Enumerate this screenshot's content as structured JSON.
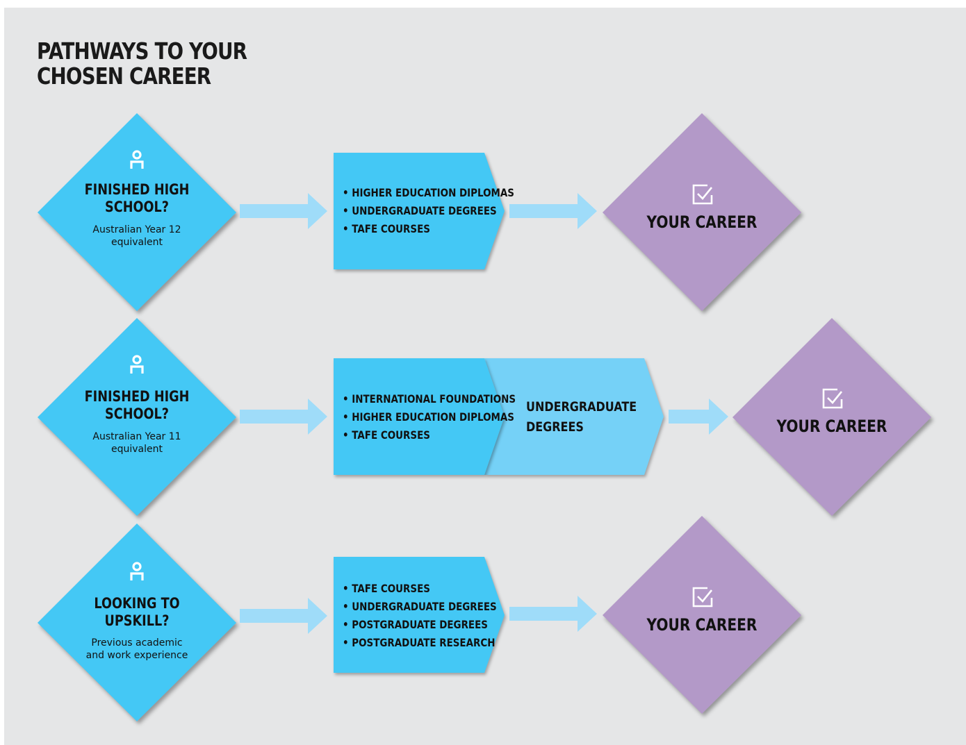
{
  "title": [
    "PATHWAYS TO YOUR",
    "CHOSEN CAREER"
  ],
  "colors": {
    "background": "#e5e6e7",
    "start": "#44c8f5",
    "box": "#44c8f5",
    "box_secondary": "#75d1f7",
    "arrow": "#9fdcf9",
    "career": "#b399c8"
  },
  "rows": [
    {
      "start": {
        "icon": "person-icon",
        "heading": [
          "FINISHED HIGH",
          "SCHOOL?"
        ],
        "subtitle": [
          "Australian Year 12",
          "equivalent"
        ]
      },
      "options": [
        "HIGHER EDUCATION DIPLOMAS",
        "UNDERGRADUATE DEGREES",
        "TAFE COURSES"
      ],
      "next": null,
      "career": {
        "icon": "checkbox-icon",
        "label": "YOUR CAREER"
      }
    },
    {
      "start": {
        "icon": "person-icon",
        "heading": [
          "FINISHED HIGH",
          "SCHOOL?"
        ],
        "subtitle": [
          "Australian Year 11",
          "equivalent"
        ]
      },
      "options": [
        "INTERNATIONAL FOUNDATIONS",
        "HIGHER EDUCATION DIPLOMAS",
        "TAFE COURSES"
      ],
      "next": [
        "UNDERGRADUATE",
        "DEGREES"
      ],
      "career": {
        "icon": "checkbox-icon",
        "label": "YOUR CAREER"
      }
    },
    {
      "start": {
        "icon": "person-icon",
        "heading": [
          "LOOKING TO",
          "UPSKILL?"
        ],
        "subtitle": [
          "Previous academic",
          "and work experience"
        ]
      },
      "options": [
        "TAFE COURSES",
        "UNDERGRADUATE DEGREES",
        "POSTGRADUATE DEGREES",
        "POSTGRADUATE RESEARCH"
      ],
      "next": null,
      "career": {
        "icon": "checkbox-icon",
        "label": "YOUR CAREER"
      }
    }
  ]
}
